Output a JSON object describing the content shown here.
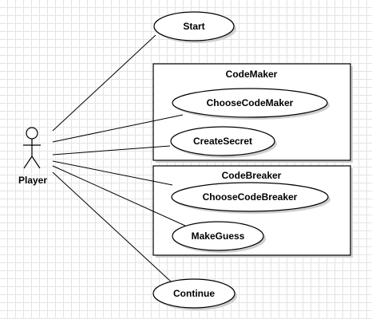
{
  "actor": {
    "name": "Player"
  },
  "systems": {
    "code_maker": {
      "title": "CodeMaker"
    },
    "code_breaker": {
      "title": "CodeBreaker"
    }
  },
  "use_cases": {
    "start": "Start",
    "choose_code_maker": "ChooseCodeMaker",
    "create_secret": "CreateSecret",
    "choose_code_breaker": "ChooseCodeBreaker",
    "make_guess": "MakeGuess",
    "continue": "Continue"
  }
}
